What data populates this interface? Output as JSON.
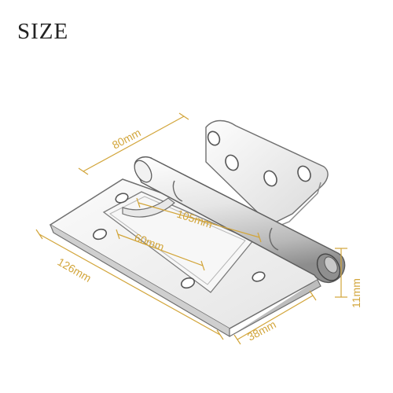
{
  "title": "SIZE",
  "colors": {
    "dimension": "#d2a53a",
    "metal_light": "#f3f3f3",
    "metal_mid": "#cfcfcf",
    "metal_dark": "#8a8a8a",
    "outline": "#6f6f6f"
  },
  "dimensions": {
    "height_leaf": "80mm",
    "total_length": "126mm",
    "inner_length": "105mm",
    "slot_length": "60mm",
    "width": "38mm",
    "thickness": "11mm"
  }
}
